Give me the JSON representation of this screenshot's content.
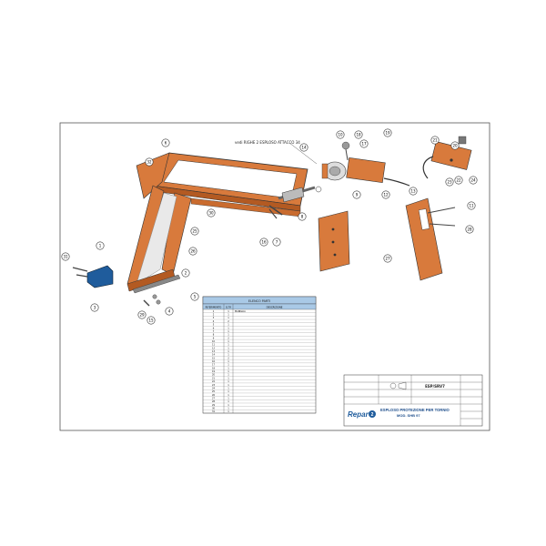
{
  "drawing": {
    "callout_text": "vedi RIGHE 2 ESPLOSO ATTACCO 34",
    "title_block": {
      "title_line1": "ESPLOSO PROTEZIONE PER TORNIO",
      "title_line2": "MOD. SHB 97",
      "drawing_code": "ESP/SRV7",
      "logo_text": "Repar",
      "logo_mark": "2"
    },
    "parts_table": {
      "title": "ELENCO PARTI",
      "headers": [
        "RIFERIMENTO",
        "Q.TÀ",
        "DESCRIZIONE"
      ],
      "rows": [
        {
          "ref": "1",
          "qty": "1",
          "desc": "MANIGLIA"
        },
        {
          "ref": "2",
          "qty": "1",
          "desc": ""
        },
        {
          "ref": "3",
          "qty": "1",
          "desc": ""
        },
        {
          "ref": "4",
          "qty": "2",
          "desc": ""
        },
        {
          "ref": "5",
          "qty": "1",
          "desc": ""
        },
        {
          "ref": "6",
          "qty": "1",
          "desc": ""
        },
        {
          "ref": "7",
          "qty": "1",
          "desc": ""
        },
        {
          "ref": "8",
          "qty": "1",
          "desc": ""
        },
        {
          "ref": "9",
          "qty": "2",
          "desc": ""
        },
        {
          "ref": "10",
          "qty": "1",
          "desc": ""
        },
        {
          "ref": "11",
          "qty": "1",
          "desc": ""
        },
        {
          "ref": "12",
          "qty": "1",
          "desc": ""
        },
        {
          "ref": "13",
          "qty": "1",
          "desc": ""
        },
        {
          "ref": "14",
          "qty": "1",
          "desc": ""
        },
        {
          "ref": "15",
          "qty": "2",
          "desc": ""
        },
        {
          "ref": "16",
          "qty": "1",
          "desc": ""
        },
        {
          "ref": "17",
          "qty": "1",
          "desc": ""
        },
        {
          "ref": "18",
          "qty": "1",
          "desc": ""
        },
        {
          "ref": "19",
          "qty": "1",
          "desc": ""
        },
        {
          "ref": "20",
          "qty": "1",
          "desc": ""
        },
        {
          "ref": "21",
          "qty": "1",
          "desc": ""
        },
        {
          "ref": "22",
          "qty": "1",
          "desc": ""
        },
        {
          "ref": "23",
          "qty": "1",
          "desc": ""
        },
        {
          "ref": "24",
          "qty": "1",
          "desc": ""
        },
        {
          "ref": "25",
          "qty": "1",
          "desc": ""
        },
        {
          "ref": "26",
          "qty": "1",
          "desc": ""
        },
        {
          "ref": "27",
          "qty": "1",
          "desc": ""
        },
        {
          "ref": "28",
          "qty": "1",
          "desc": ""
        },
        {
          "ref": "29",
          "qty": "1",
          "desc": ""
        },
        {
          "ref": "30",
          "qty": "1",
          "desc": ""
        },
        {
          "ref": "31",
          "qty": "1",
          "desc": ""
        }
      ]
    },
    "balloons": [
      "1",
      "2",
      "3",
      "4",
      "5",
      "6",
      "7",
      "8",
      "9",
      "10",
      "11",
      "12",
      "13",
      "14",
      "15",
      "16",
      "17",
      "18",
      "19",
      "20",
      "21",
      "22",
      "23",
      "24",
      "25",
      "26",
      "27",
      "28",
      "29",
      "30",
      "31",
      "32"
    ],
    "colors": {
      "frame_orange": "#d87a3c",
      "frame_shadow": "#b35a22",
      "handle_blue": "#1f5c9c",
      "guard_glass": "#e9e9e9",
      "table_header": "#a9c9e6",
      "line": "#333333"
    }
  }
}
